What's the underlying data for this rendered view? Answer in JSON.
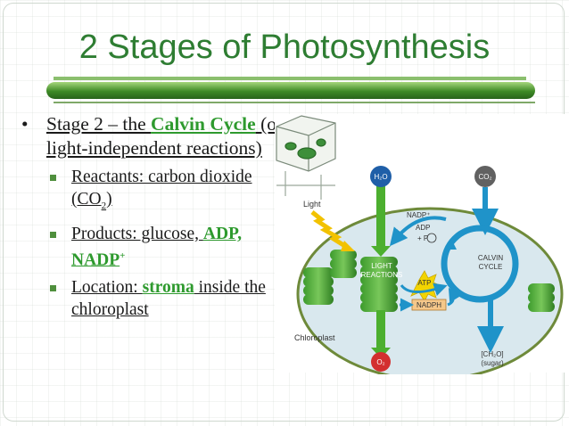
{
  "slide": {
    "title": "2 Stages of Photosynthesis",
    "bullet": {
      "text_1": "Stage 2 – the ",
      "highlight": "Calvin Cycle",
      "text_2": " (or light-independent reactions)",
      "subs": [
        {
          "label": "Reactants: carbon dioxide (CO",
          "sub": "2",
          "tail": ")"
        },
        {
          "label": "Products: glucose, ",
          "highlight": "ADP, NADP",
          "sup": "+"
        },
        {
          "label": "Location: ",
          "highlight": "stroma",
          "tail": " inside the chloroplast"
        }
      ]
    }
  },
  "diagram": {
    "light": "Light",
    "chloroplast": "Chloroplast",
    "h2o": "H₂O",
    "co2": "CO₂",
    "o2": "O₂",
    "light_reactions": [
      "LIGHT",
      "REACTIONS"
    ],
    "calvin_cycle": [
      "CALVIN",
      "CYCLE"
    ],
    "nadp": "NADP⁺",
    "adp": "ADP",
    "pi": "+ P",
    "atp": "ATP",
    "nadph": "NADPH",
    "sugar": [
      "[CH₂O]",
      "(sugar)"
    ]
  },
  "colors": {
    "title": "#2e7d32",
    "highlight": "#2e9a2e",
    "stroma": "#d9e8ee",
    "arrow": "#1f93c9"
  }
}
